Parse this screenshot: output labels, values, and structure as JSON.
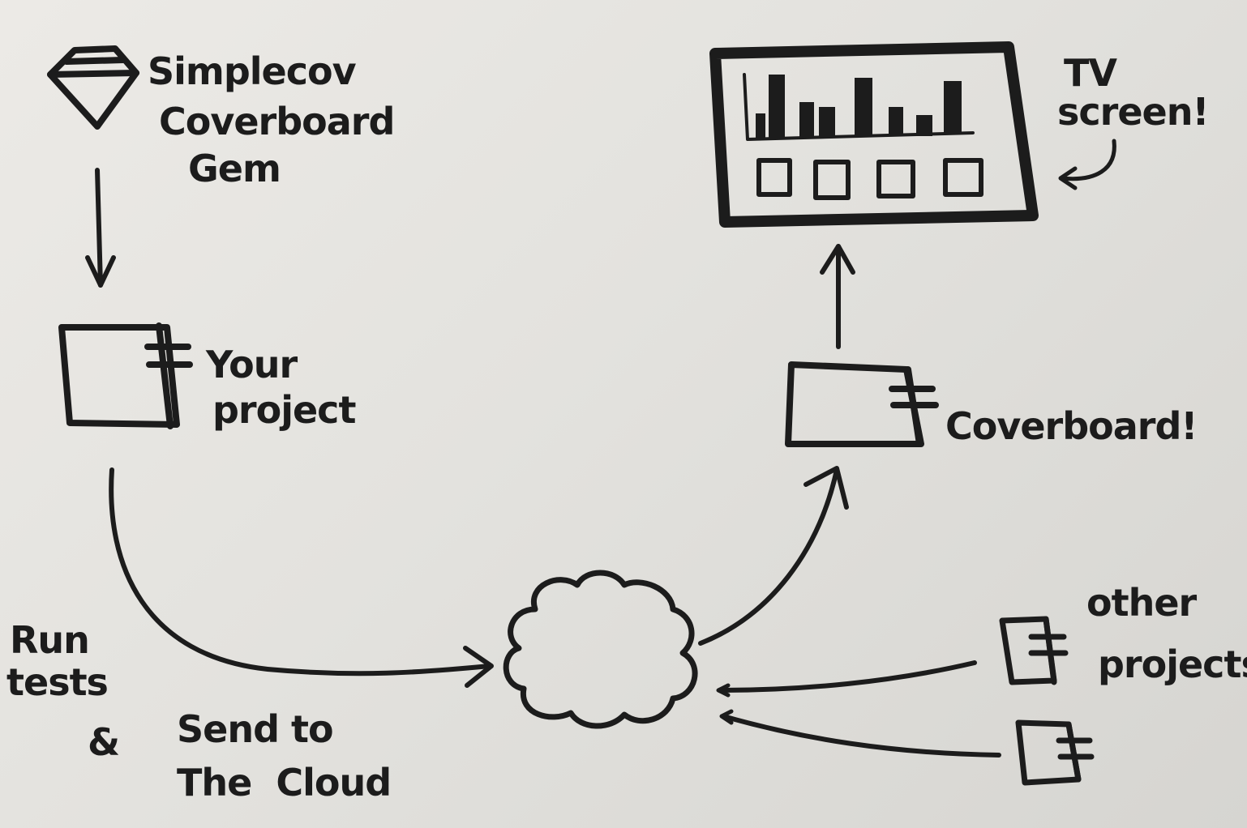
{
  "labels": {
    "gem": [
      "Simplecov",
      "Coverboard",
      "Gem"
    ],
    "project": [
      "Your",
      "project"
    ],
    "run_tests": [
      "Run",
      "tests",
      "&"
    ],
    "send_to_cloud": [
      "Send to",
      "The  Cloud"
    ],
    "coverboard": "Coverboard!",
    "tv_screen": [
      "TV",
      "screen!"
    ],
    "other_projects": [
      "other",
      "projects"
    ]
  },
  "colors": {
    "ink": "#1c1c1c",
    "paper": "#e6e5e1"
  },
  "icons": {
    "gem": "gem-icon",
    "cloud": "cloud-icon",
    "tv": "tv-screen-icon",
    "project": "project-box-icon"
  }
}
